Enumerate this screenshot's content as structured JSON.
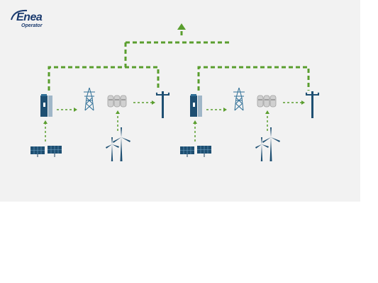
{
  "logo": {
    "name": "Enea",
    "tagline": "Operator"
  },
  "colors": {
    "background": "#f2f2f2",
    "flow_arrows": "#5a9e2e",
    "equipment_dark": "#1e4f72",
    "equipment_light": "#2f6f96",
    "tanks": "#c8c8c8",
    "logo": "#1a3a6e"
  },
  "diagram": {
    "groups": [
      {
        "id": "left",
        "nodes": [
          "electrolyzer-icon",
          "transmission-tower-icon",
          "hydrogen-tanks-icon",
          "power-pole-icon",
          "solar-panels-icon",
          "wind-turbines-icon"
        ]
      },
      {
        "id": "right",
        "nodes": [
          "electrolyzer-icon",
          "transmission-tower-icon",
          "hydrogen-tanks-icon",
          "power-pole-icon",
          "solar-panels-icon",
          "wind-turbines-icon"
        ]
      }
    ],
    "output_arrow": "up-arrow-icon"
  }
}
